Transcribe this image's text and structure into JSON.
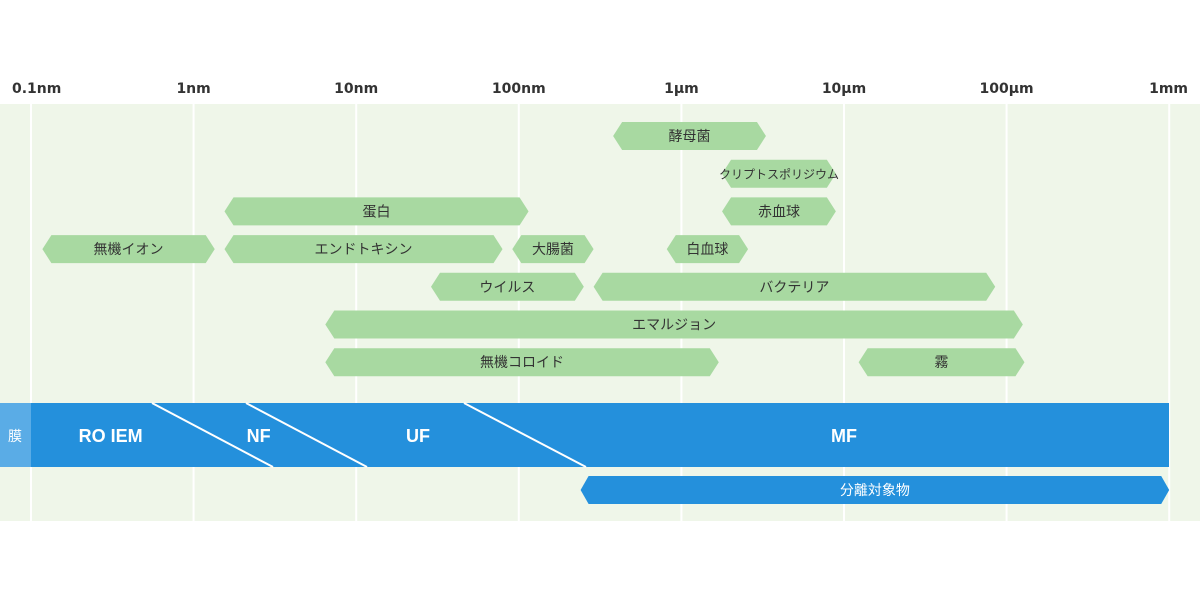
{
  "scale_ticks": [
    "0.1nm",
    "1nm",
    "10nm",
    "100nm",
    "1μm",
    "10μm",
    "100μm",
    "1mm"
  ],
  "colors": {
    "panel_bg": "#eff6e9",
    "grid": "#ffffff",
    "object_bar": "#a8d9a1",
    "membrane_band": "#2490dc",
    "membrane_label_bg": "#5aace6",
    "divider": "#ffffff"
  },
  "objects": [
    {
      "label": "酵母菌",
      "from_decade": 3.58,
      "to_decade": 4.52,
      "row": 0
    },
    {
      "label": "クリプトスポリジウム",
      "from_decade": 4.25,
      "to_decade": 4.95,
      "row": 1
    },
    {
      "label": "赤血球",
      "from_decade": 4.25,
      "to_decade": 4.95,
      "row": 2
    },
    {
      "label": "蛋白",
      "from_decade": 1.19,
      "to_decade": 3.06,
      "row": 2
    },
    {
      "label": "無機イオン",
      "from_decade": 0.07,
      "to_decade": 1.13,
      "row": 3
    },
    {
      "label": "エンドトキシン",
      "from_decade": 1.19,
      "to_decade": 2.9,
      "row": 3
    },
    {
      "label": "大腸菌",
      "from_decade": 2.96,
      "to_decade": 3.46,
      "row": 3
    },
    {
      "label": "白血球",
      "from_decade": 3.91,
      "to_decade": 4.41,
      "row": 3
    },
    {
      "label": "ウイルス",
      "from_decade": 2.46,
      "to_decade": 3.4,
      "row": 4
    },
    {
      "label": "バクテリア",
      "from_decade": 3.46,
      "to_decade": 5.93,
      "row": 4
    },
    {
      "label": "エマルジョン",
      "from_decade": 1.81,
      "to_decade": 6.1,
      "row": 5
    },
    {
      "label": "無機コロイド",
      "from_decade": 1.81,
      "to_decade": 4.23,
      "row": 6
    },
    {
      "label": "霧",
      "from_decade": 5.09,
      "to_decade": 6.11,
      "row": 6
    }
  ],
  "membrane": {
    "label": "膜",
    "bands": [
      {
        "label": "RO IEM",
        "center_decade": 0.49
      },
      {
        "label": "NF",
        "center_decade": 1.4
      },
      {
        "label": "UF",
        "center_decade": 2.38
      },
      {
        "label": "MF",
        "center_decade": 5.0
      }
    ]
  },
  "separation_target": {
    "label": "分離対象物",
    "from_decade": 3.38,
    "to_decade": 7.0
  }
}
